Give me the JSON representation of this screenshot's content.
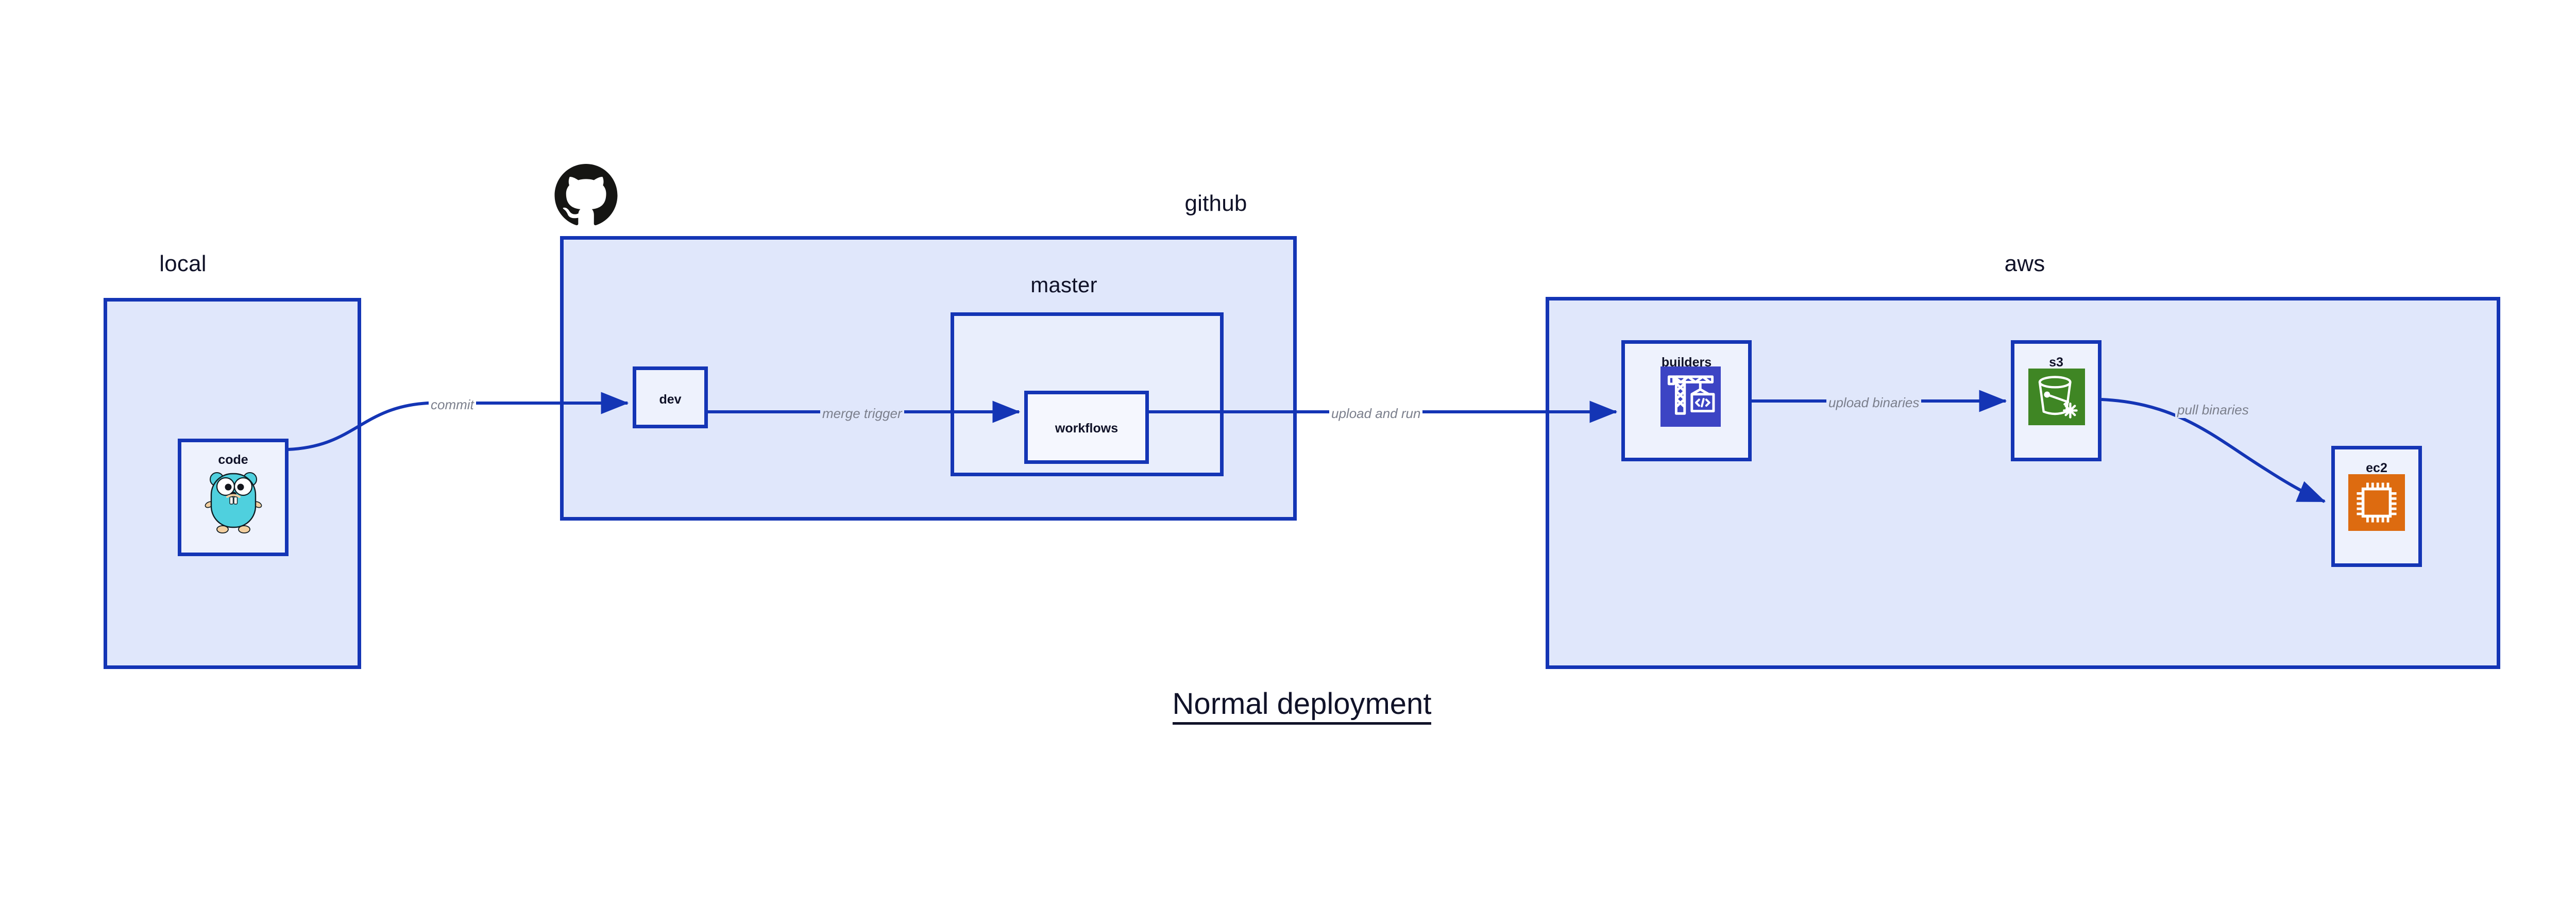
{
  "diagram": {
    "title": "Normal deployment",
    "background": "#ffffff",
    "accent_border": "#1435b5",
    "zone_fill": "#e0e7fb",
    "node_fill": "#eef2fd",
    "label_color": "#101228",
    "edge_label_color": "#7b7f8c"
  },
  "zones": [
    {
      "id": "local",
      "label": "local"
    },
    {
      "id": "github",
      "label": "github"
    },
    {
      "id": "master",
      "label": "master"
    },
    {
      "id": "aws",
      "label": "aws"
    }
  ],
  "nodes": [
    {
      "id": "code",
      "label": "code",
      "icon": "go-gopher-icon",
      "icon_color": "#4fd0de"
    },
    {
      "id": "dev",
      "label": "dev",
      "icon": null,
      "icon_color": null
    },
    {
      "id": "workflows",
      "label": "workflows",
      "icon": null,
      "icon_color": null
    },
    {
      "id": "builders",
      "label": "builders",
      "icon": "crane-code-icon",
      "icon_color": "#3c44c4"
    },
    {
      "id": "s3",
      "label": "s3",
      "icon": "s3-bucket-icon",
      "icon_color": "#3f8624"
    },
    {
      "id": "ec2",
      "label": "ec2",
      "icon": "cpu-chip-icon",
      "icon_color": "#dd6b10"
    }
  ],
  "edges": [
    {
      "id": "commit",
      "label": "commit",
      "from": "code",
      "to": "dev"
    },
    {
      "id": "merge-trigger",
      "label": "merge trigger",
      "from": "dev",
      "to": "workflows"
    },
    {
      "id": "upload-and-run",
      "label": "upload and run",
      "from": "workflows",
      "to": "builders"
    },
    {
      "id": "upload-binaries",
      "label": "upload binaries",
      "from": "builders",
      "to": "s3"
    },
    {
      "id": "pull-binaries",
      "label": "pull binaries",
      "from": "s3",
      "to": "ec2"
    }
  ],
  "logos": [
    {
      "id": "github-logo",
      "name": "github-octocat-icon",
      "color": "#151513"
    }
  ]
}
